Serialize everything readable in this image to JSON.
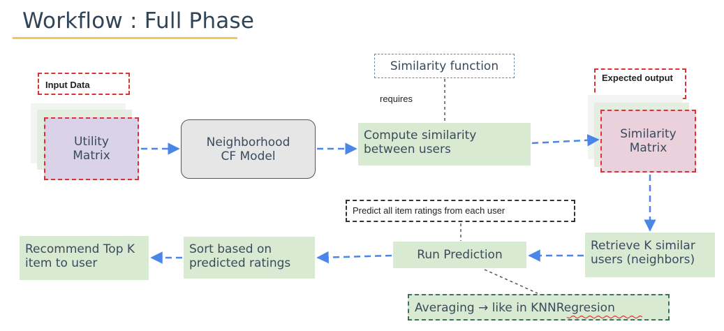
{
  "title": "Workflow : Full Phase",
  "labels": {
    "input_data": "Input Data",
    "expected_output": "Expected output",
    "requires": "requires"
  },
  "nodes": {
    "utility_matrix": "Utility Matrix",
    "cf_model": "Neighborhood CF Model",
    "similarity_function": "Similarity function",
    "compute_similarity": "Compute similarity between users",
    "similarity_matrix": "Similarity Matrix",
    "retrieve_k": "Retrieve K similar users (neighbors)",
    "run_prediction": "Run Prediction",
    "predict_all": "Predict all item ratings from each user",
    "averaging": "Averaging → like in KNNRegresion",
    "sort_based": "Sort based on predicted ratings",
    "recommend_top": "Recommend Top K item to user"
  },
  "colors": {
    "arrow": "#4a86e8",
    "green_box": "#d9ead3",
    "purple_box": "#d9d2e9",
    "pink_box": "#ead1dc",
    "grey_box": "#e6e6e6",
    "red_dash": "#e0302f",
    "title_underline": "#f2c94c"
  }
}
